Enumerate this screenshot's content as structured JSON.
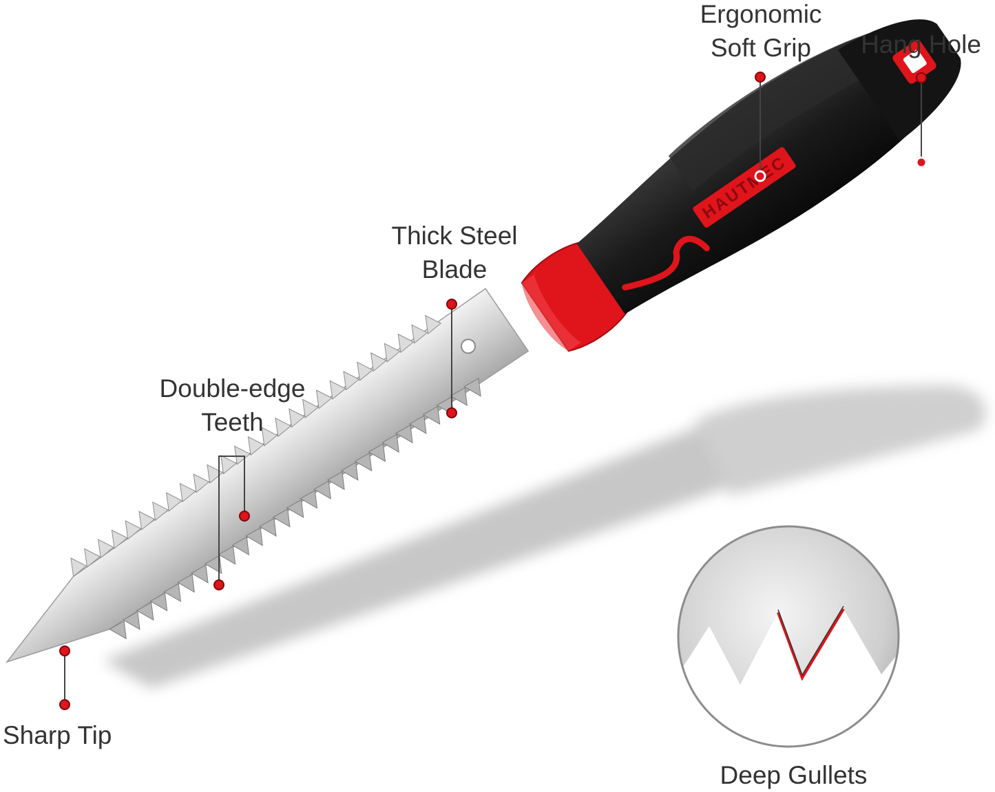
{
  "brand": {
    "name": "HAUTMEC",
    "accent_color": "#e0141b",
    "handle_color": "#1c1c1c",
    "blade_color": "#c9c9c9"
  },
  "callouts": {
    "ergonomic_grip": {
      "line1": "Ergonomic",
      "line2": "Soft Grip"
    },
    "hang_hole": {
      "label": "Hang Hole"
    },
    "thick_steel_blade": {
      "line1": "Thick Steel",
      "line2": "Blade"
    },
    "double_edge_teeth": {
      "line1": "Double-edge",
      "line2": "Teeth"
    },
    "sharp_tip": {
      "label": "Sharp Tip"
    },
    "deep_gullets": {
      "label": "Deep Gullets"
    }
  },
  "icons": {
    "marker": "red-dot-icon"
  }
}
